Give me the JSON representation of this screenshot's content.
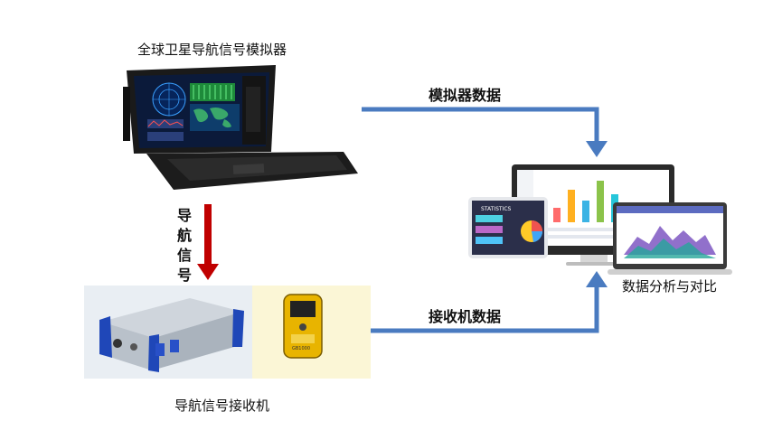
{
  "labels": {
    "simulator_title": "全球卫星导航信号模拟器",
    "simulator_data": "模拟器数据",
    "nav_signal": [
      "导",
      "航",
      "信",
      "号"
    ],
    "receiver_data": "接收机数据",
    "receiver_title": "导航信号接收机",
    "analysis_title": "数据分析与对比"
  },
  "screen": {
    "stats_title": "STATISTICS"
  },
  "receiver": {
    "handheld_model": "GB1000"
  },
  "colors": {
    "blue_arrow": "#4a7bc0",
    "red_arrow": "#c00000"
  }
}
